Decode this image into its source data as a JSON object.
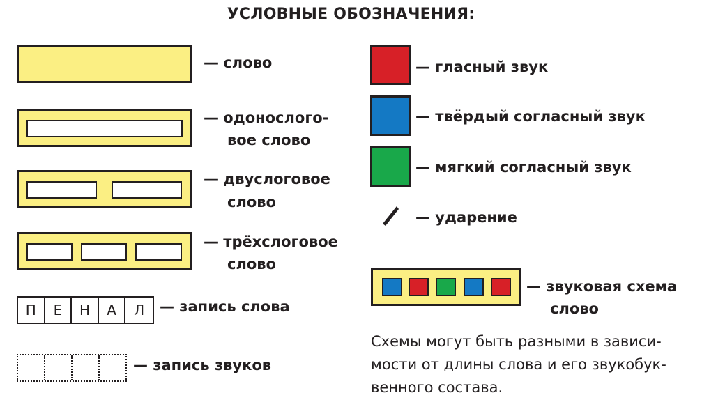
{
  "title": "УСЛОВНЫЕ ОБОЗНАЧЕНИЯ:",
  "left_legend": {
    "word": "— слово",
    "one_syllable": [
      "— одонослого-",
      "вое слово"
    ],
    "two_syllable": [
      "— двуслоговое",
      "слово"
    ],
    "three_syllable": [
      "— трёхслоговое",
      "слово"
    ],
    "word_record_letters": [
      "П",
      "Е",
      "Н",
      "А",
      "Л"
    ],
    "word_record": "— запись слова",
    "sounds_record": "— запись звуков"
  },
  "right_legend": {
    "vowel": "— гласный звук",
    "hard_consonant": "— твёрдый согласный звук",
    "soft_consonant": "— мягкий согласный звук",
    "stress": "— ударение",
    "sound_scheme": [
      "— звуковая схема",
      "слово"
    ],
    "note": [
      "Схемы могут быть разными в зависи-",
      "мости от длины слова и его звукобук-",
      "венного состава."
    ]
  },
  "colors": {
    "vowel": "#d72027",
    "hard_consonant": "#1479c4",
    "soft_consonant": "#19a84a",
    "word_fill": "#fbef83",
    "scheme_sequence": [
      "#1479c4",
      "#d72027",
      "#19a84a",
      "#1479c4",
      "#d72027"
    ]
  }
}
